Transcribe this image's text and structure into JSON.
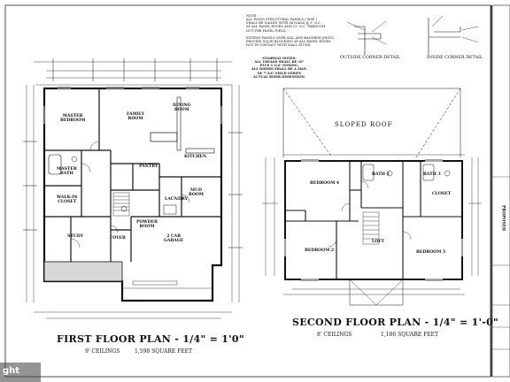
{
  "top_notes": "NOTE:\nALL WOOD STRUCTURAL PANELS ( WSP )\nSHALL BE NAILED WITH 8d NAILS @ 3\" O.C.\nAT ALL PANEL EDGES AND 12\" O.C. THROUGH\nOUT THE PANEL FIELD.\n\nEXTEND PANELS OVER SILL AND BANDRIM JOISTS.\nPROVIDE SOLID BLOCKING AT ALL PANEL EDGES\nNOT IN CONTACT WITH WALL STUDS.",
  "stairway_notes": "STAIRWAY NOTES:\nALL TREADS SHALL BE 10\"\nPLUS 1-1/4\" NOSING.\nALL RISERS SHALL BE A MAX.\nOF 7-3/4\" FIELD VERIFY\nACTUAL RISER DIMENSION.",
  "details": {
    "outside_corner": "OUTSIDE CORNER DETAIL",
    "inside_corner": "INSIDE CORNER DETAIL"
  },
  "roof_label": "SLOPED   ROOF",
  "first_floor": {
    "title": "FIRST FLOOR PLAN - 1/4\" = 1'0\"",
    "ceilings": "9' CEILINGS",
    "area": "1,598  SQUARE FEET",
    "rooms": {
      "master_bedroom": "MASTER\nBEDROOM",
      "family_room": "FAMILY\nROOM",
      "dining_room": "DINING\nROOM",
      "master_bath": "MASTER\nBATH",
      "walk_in_closet": "WALK-IN\nCLOSET",
      "pantry": "PANTRY",
      "kitchen": "KITCHEN",
      "mud_room": "MUD\nROOM",
      "laundry": "LAUNDRY",
      "powder_room": "POWDER\nROOM",
      "study": "STUDY",
      "foyer": "FOYER",
      "garage": "2 CAR\nGARAGE"
    }
  },
  "second_floor": {
    "title": "SECOND FLOOR PLAN - 1/4\" = 1'-0\"",
    "ceilings": "8' CEILINGS",
    "area": "1,186  SQUARE FEET",
    "rooms": {
      "bedroom_4": "BEDROOM 4",
      "bath_2": "BATH 2",
      "bath_3": "BATH 3",
      "loft": "LOFT",
      "bedroom_2": "BEDROOM 2",
      "bedroom_3": "BEDROOM 3",
      "closet": "CLOSET"
    }
  },
  "side_label": "PROPOSED",
  "watermark": "ght"
}
